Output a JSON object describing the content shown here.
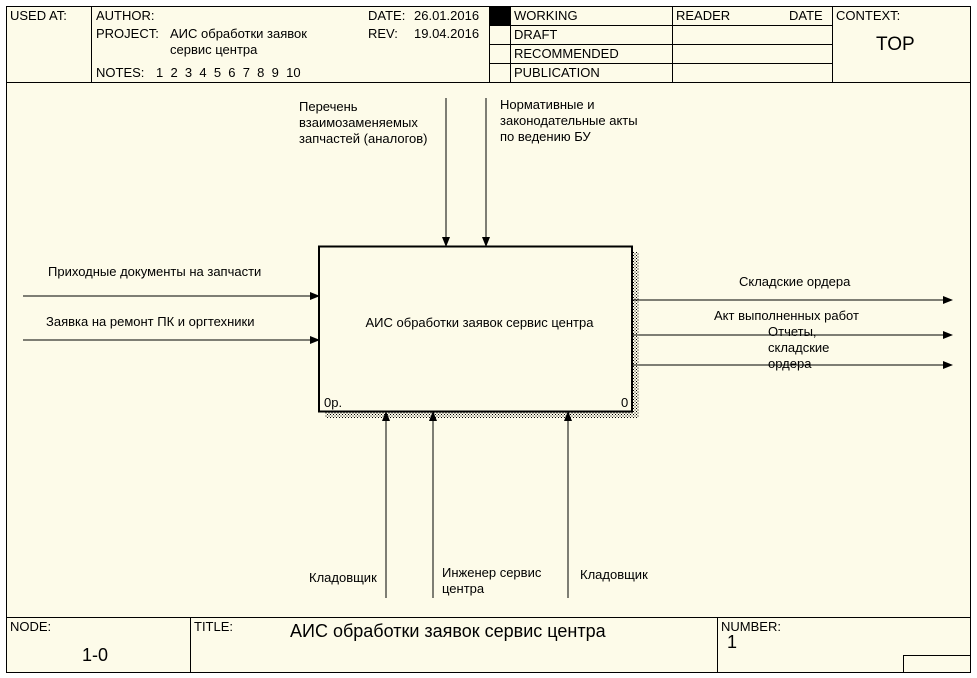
{
  "header": {
    "used_at_label": "USED AT:",
    "author_label": "AUTHOR:",
    "project_label": "PROJECT:",
    "project_name": "АИС обработки заявок\nсервис центра",
    "notes_label": "NOTES:",
    "notes_numbers": "1  2  3  4  5  6  7  8  9  10",
    "date_label": "DATE:",
    "date_value": "26.01.2016",
    "rev_label": "REV:",
    "rev_value": "19.04.2016",
    "status_working": "WORKING",
    "status_draft": "DRAFT",
    "status_recommended": "RECOMMENDED",
    "status_publication": "PUBLICATION",
    "reader_label": "READER",
    "reader_date_label": "DATE",
    "context_label": "CONTEXT:",
    "context_value": "TOP"
  },
  "diagram": {
    "activity": {
      "name": "АИС обработки заявок сервис центра",
      "cost": "0р.",
      "number": "0"
    },
    "inputs": [
      "Приходные документы на запчасти",
      "Заявка на ремонт ПК и оргтехники"
    ],
    "controls": [
      "Перечень\nвзаимозаменяемых\nзапчастей (аналогов)",
      "Нормативные и\nзаконодательные акты\nпо ведению БУ"
    ],
    "outputs": [
      "Складские ордера",
      "Акт выполненных работ",
      "Отчеты,\nскладские\nордера"
    ],
    "mechanisms": [
      "Кладовщик",
      "Инженер сервис\nцентра",
      "Кладовщик"
    ]
  },
  "footer": {
    "node_label": "NODE:",
    "node_value": "1-0",
    "title_label": "TITLE:",
    "title_value": "АИС обработки заявок сервис центра",
    "number_label": "NUMBER:",
    "number_value": "1"
  }
}
